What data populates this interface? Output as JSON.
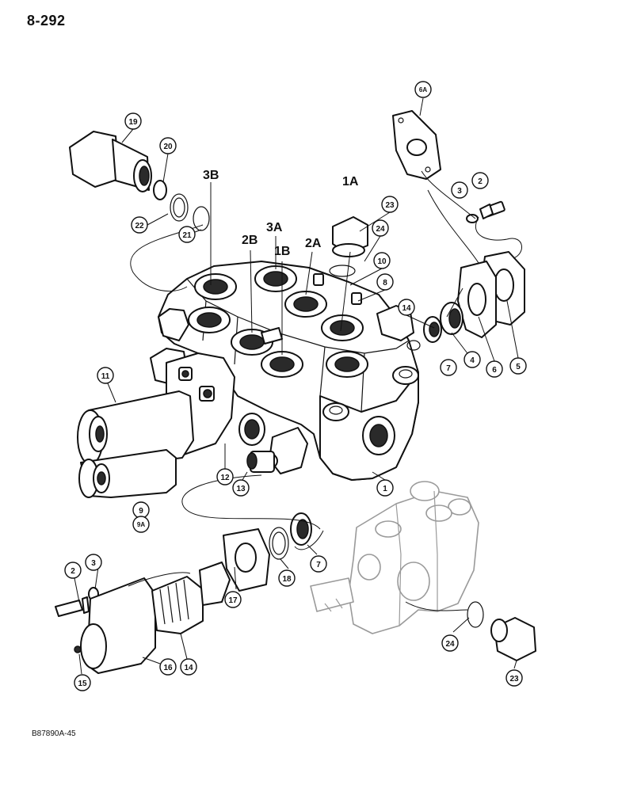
{
  "page_number": "8-292",
  "figure_code": "B87890A-45",
  "port_labels": {
    "p3b": "3B",
    "p2b": "2B",
    "p3a": "3A",
    "p1b": "1B",
    "p2a": "2A",
    "p1a": "1A"
  },
  "callouts": {
    "c19": "19",
    "c20": "20",
    "c22": "22",
    "c21": "21",
    "c6a": "6A",
    "c3_top": "3",
    "c2_top": "2",
    "c23_top": "23",
    "c24_top": "24",
    "c10": "10",
    "c8": "8",
    "c14_top": "14",
    "c7_top": "7",
    "c4": "4",
    "c6": "6",
    "c5": "5",
    "c11": "11",
    "c12": "12",
    "c13": "13",
    "c1": "1",
    "c9": "9",
    "c9a": "9A",
    "c2_bot": "2",
    "c3_bot": "3",
    "c14_bot": "14",
    "c17": "17",
    "c18": "18",
    "c7_bot": "7",
    "c16": "16",
    "c15": "15",
    "c24_bot": "24",
    "c23_bot": "23"
  }
}
